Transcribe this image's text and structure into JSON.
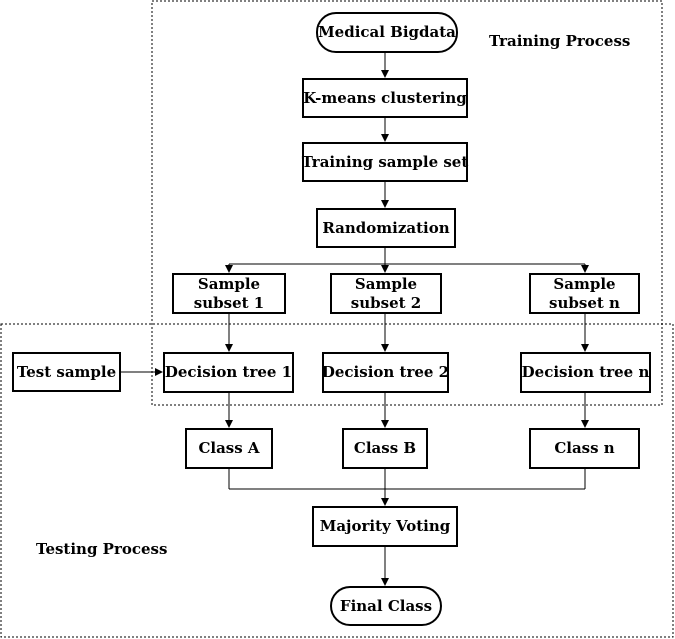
{
  "regions": {
    "training": {
      "label": "Training Process"
    },
    "testing": {
      "label": "Testing Process"
    }
  },
  "nodes": {
    "medical_bigdata": {
      "label": "Medical Bigdata"
    },
    "kmeans": {
      "label": "K-means clustering"
    },
    "training_set": {
      "label": "Training sample set"
    },
    "randomization": {
      "label": "Randomization"
    },
    "subset_1": {
      "line1": "Sample",
      "line2": "subset 1"
    },
    "subset_2": {
      "line1": "Sample",
      "line2": "subset 2"
    },
    "subset_n": {
      "line1": "Sample",
      "line2": "subset n"
    },
    "test_sample": {
      "label": "Test sample"
    },
    "tree_1": {
      "label": "Decision tree 1"
    },
    "tree_2": {
      "label": "Decision tree 2"
    },
    "tree_n": {
      "label": "Decision tree n"
    },
    "class_a": {
      "label": "Class A"
    },
    "class_b": {
      "label": "Class B"
    },
    "class_n": {
      "label": "Class n"
    },
    "majority_voting": {
      "label": "Majority Voting"
    },
    "final_class": {
      "label": "Final Class"
    }
  }
}
